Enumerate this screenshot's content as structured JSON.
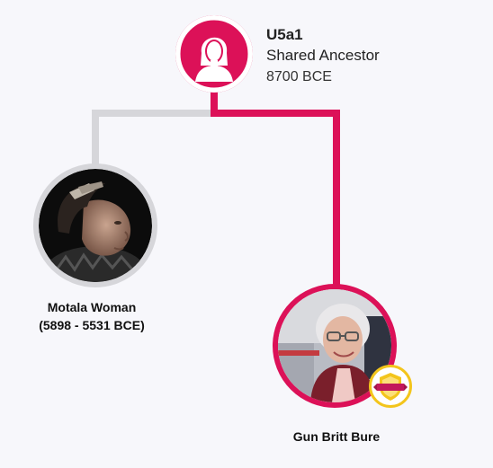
{
  "ancestor": {
    "haplogroup": "U5a1",
    "label": "Shared Ancestor",
    "date": "8700 BCE"
  },
  "matches": [
    {
      "name": "Motala Woman",
      "dates": "(5898 - 5531 BCE)"
    },
    {
      "name": "Gun Britt Bure"
    }
  ],
  "colors": {
    "accent": "#dc1158",
    "muted_line": "#d6d6da",
    "badge": "#f3c51c",
    "background": "#f7f7fb"
  }
}
